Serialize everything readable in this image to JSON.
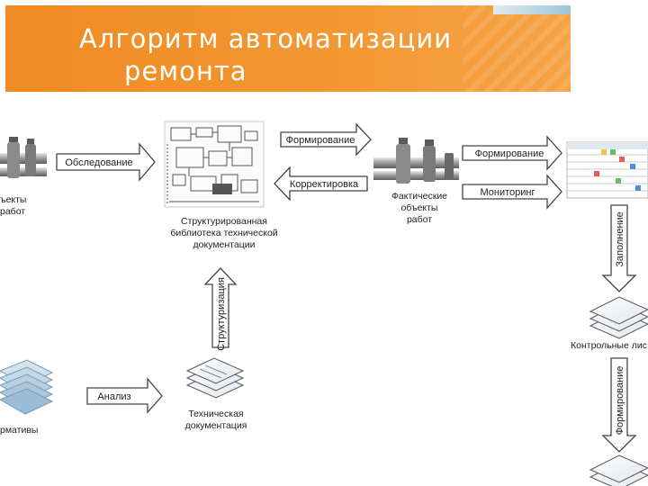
{
  "slide": {
    "title_line1": "Алгоритм автоматизации",
    "title_line2": "ремонта"
  },
  "nodes": {
    "objects_left_l1": "ъекты",
    "objects_left_l2": "работ",
    "library_l1": "Структурированная",
    "library_l2": "библиотека технической",
    "library_l3": "документации",
    "actual_l1": "Фактические",
    "actual_l2": "объекты",
    "actual_l3": "работ",
    "normatives": "рмативы",
    "techdoc_l1": "Техническая",
    "techdoc_l2": "документация",
    "checklists": "Контрольные лис"
  },
  "arrows": {
    "survey": "Обследование",
    "formation": "Формирование",
    "correction": "Корректировка",
    "formation2": "Формирование",
    "monitoring": "Мониторинг",
    "filling": "Заполнение",
    "structuring": "Структуризация",
    "analysis": "Анализ",
    "formation3": "Формирование"
  }
}
